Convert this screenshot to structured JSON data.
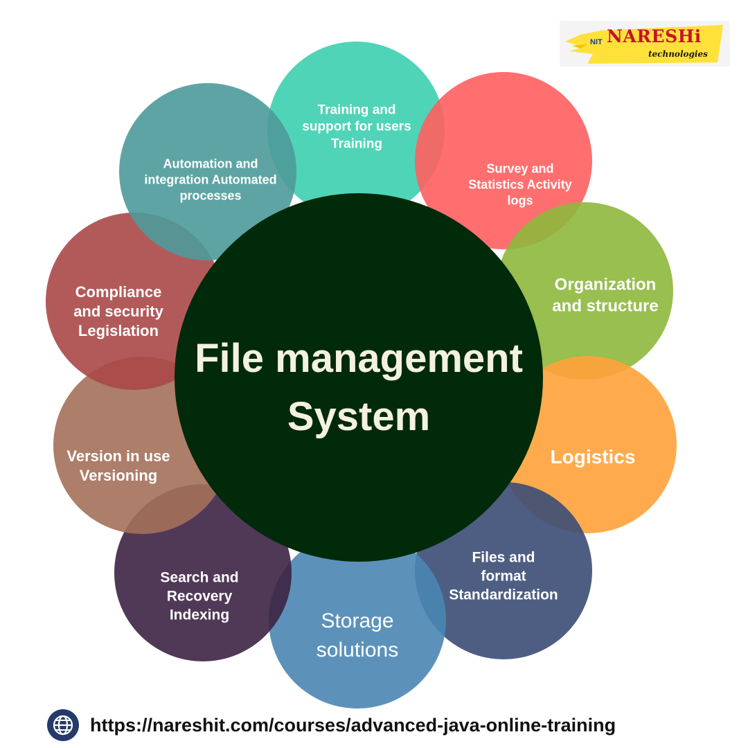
{
  "center": {
    "title_line1": "File management",
    "title_line2": "System",
    "color": "#012a0a"
  },
  "petals": [
    {
      "label": "Training and\nsupport for users\nTraining",
      "color": "#3ccfb0"
    },
    {
      "label": "Survey and\nStatistics Activity\nlogs",
      "color": "#ff5f5f"
    },
    {
      "label": "Organization\nand structure",
      "color": "#8db83c"
    },
    {
      "label": "Logistics",
      "color": "#ffa23a"
    },
    {
      "label": "Files and\nformat\nStandardization",
      "color": "#3b4d75"
    },
    {
      "label": "Storage\nsolutions",
      "color": "#4a86b3"
    },
    {
      "label": "Search and\nRecovery\nIndexing",
      "color": "#3d2444"
    },
    {
      "label": "Version in use\nVersioning",
      "color": "#a4705a"
    },
    {
      "label": "Compliance\nand security\nLegislation",
      "color": "#aa4848"
    },
    {
      "label": "Automation and\nintegration Automated\nprocesses",
      "color": "#4e9a9a"
    }
  ],
  "logo": {
    "nit": "NIT",
    "name": "NARESHi",
    "sub": "technologies",
    "accent_color": "#ffe13a",
    "text_color": "#c8102e"
  },
  "footer": {
    "icon": "globe-icon",
    "url": "https://nareshit.com/courses/advanced-java-online-training"
  }
}
